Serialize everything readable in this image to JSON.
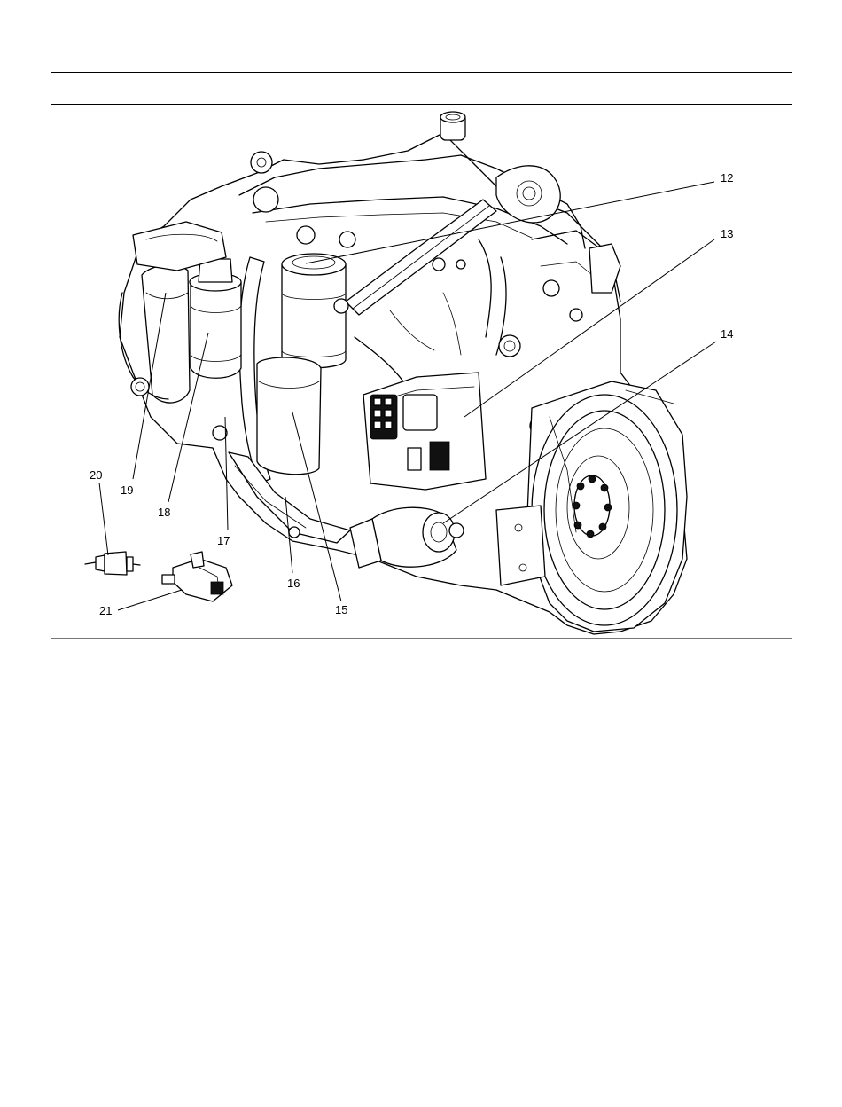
{
  "callouts": [
    {
      "id": "c12",
      "label": "12"
    },
    {
      "id": "c13",
      "label": "13"
    },
    {
      "id": "c14",
      "label": "14"
    },
    {
      "id": "c15",
      "label": "15"
    },
    {
      "id": "c16",
      "label": "16"
    },
    {
      "id": "c17",
      "label": "17"
    },
    {
      "id": "c18",
      "label": "18"
    },
    {
      "id": "c19",
      "label": "19"
    },
    {
      "id": "c20",
      "label": "20"
    },
    {
      "id": "c21",
      "label": "21"
    }
  ]
}
